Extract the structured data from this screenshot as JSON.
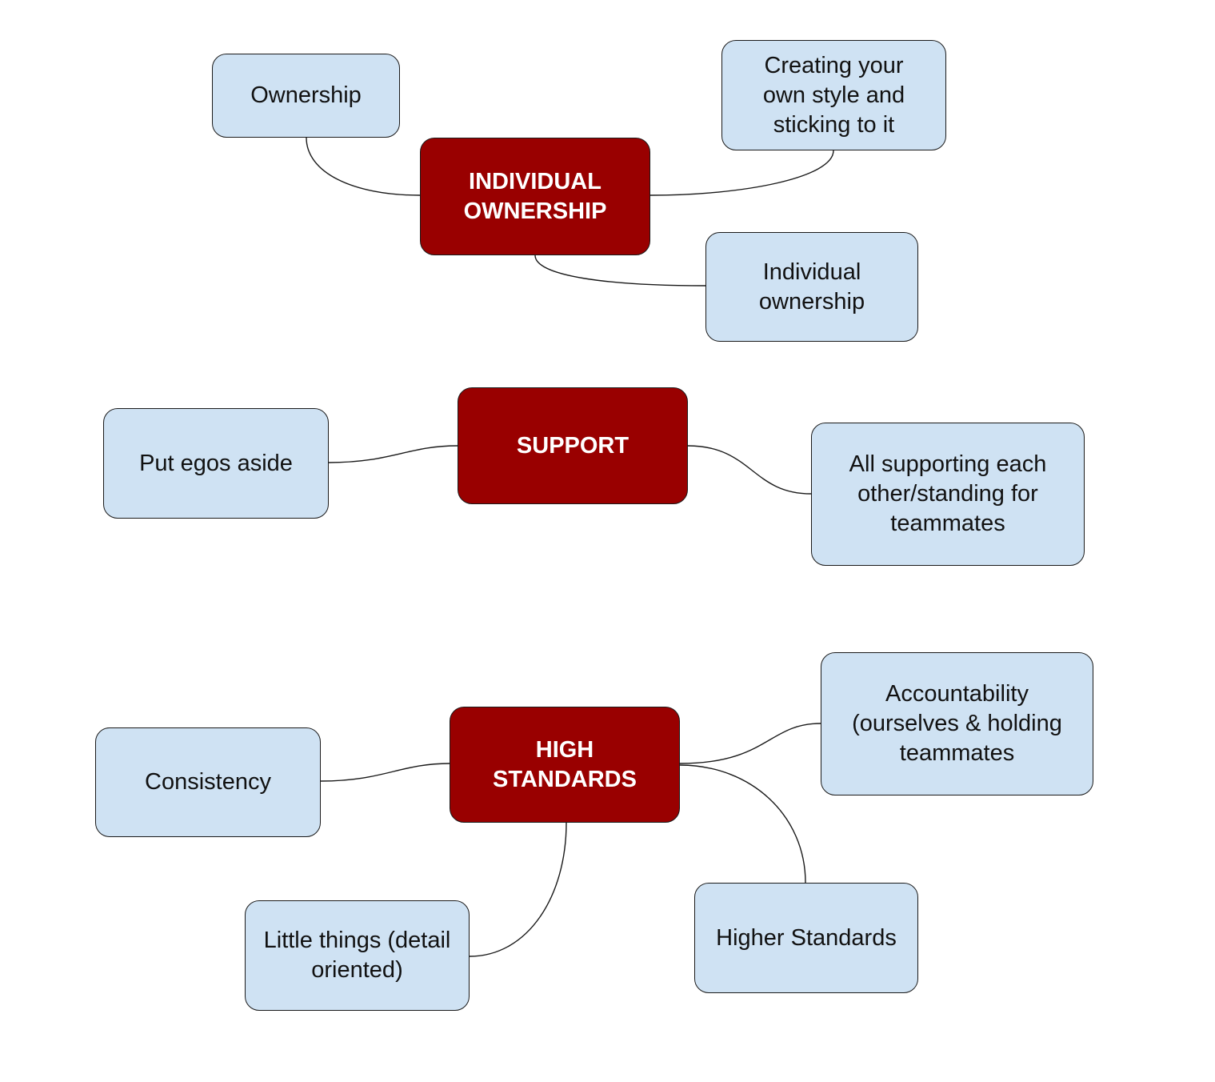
{
  "diagram": {
    "clusters": [
      {
        "central": "INDIVIDUAL\nOWNERSHIP",
        "leaves": [
          "Ownership",
          "Creating your\nown style and\nsticking to it",
          "Individual\nownership"
        ]
      },
      {
        "central": "SUPPORT",
        "leaves": [
          "Put egos aside",
          "All supporting each\nother/standing for\nteammates"
        ]
      },
      {
        "central": "HIGH\nSTANDARDS",
        "leaves": [
          "Consistency",
          "Accountability\n(ourselves & holding\nteammates",
          "Little things (detail\noriented)",
          "Higher Standards"
        ]
      }
    ]
  },
  "colors": {
    "central_fill": "#990000",
    "leaf_fill": "#cfe2f3",
    "outline": "#1a1a1a"
  }
}
